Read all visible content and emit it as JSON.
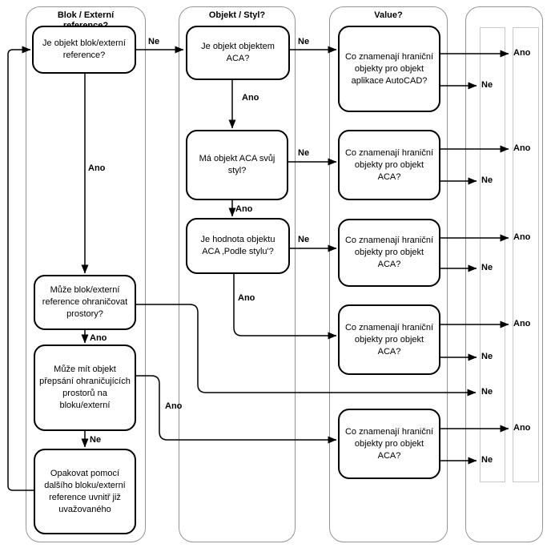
{
  "diagram": {
    "lane_titles": {
      "lane1": "Blok / Externí\nreference?",
      "lane2": "Objekt / Styl?",
      "lane3": "Value?",
      "lane4": ""
    },
    "boxes": {
      "c1b1": "Je objekt blok/externí reference?",
      "c1b2": "Může blok/externí reference ohraničovat prostory?",
      "c1b3": "Může mít objekt přepsání ohraničujících prostorů na bloku/externí",
      "c1b4": "Opakovat pomocí dalšího bloku/externí reference uvnitř již uvažovaného",
      "c2b1": "Je objekt objektem ACA?",
      "c2b2": "Má objekt ACA svůj styl?",
      "c2b3": "Je hodnota objektu ACA ‚Podle stylu'?",
      "c3b1": "Co znamenají hraniční objekty pro objekt aplikace AutoCAD?",
      "c3b2": "Co znamenají hraniční objekty pro objekt ACA?",
      "c3b3": "Co znamenají hraniční objekty pro objekt ACA?",
      "c3b4": "Co znamenají hraniční objekty pro objekt ACA?",
      "c3b5": "Co znamenají hraniční objekty pro objekt ACA?"
    },
    "labels": {
      "yes": "Ano",
      "no": "Ne"
    },
    "colors": {
      "line": "#000000",
      "box_border": "#000000",
      "lane_border": "#949494",
      "slot_border": "#c9c9c9",
      "background": "#ffffff"
    }
  }
}
